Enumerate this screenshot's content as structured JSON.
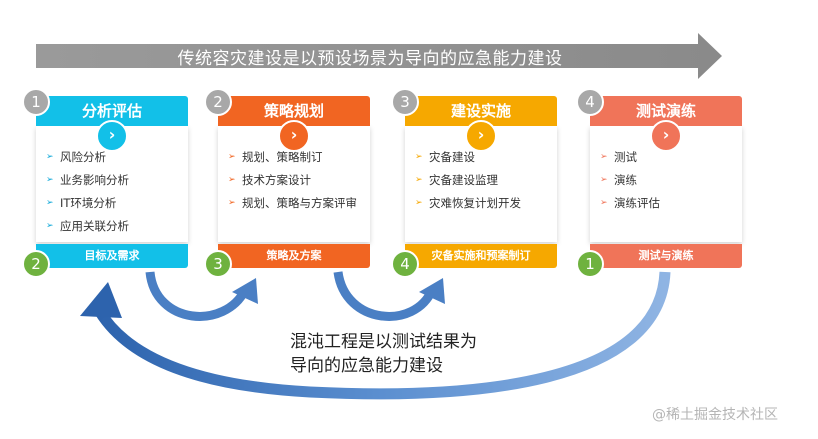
{
  "banner": {
    "text": "传统容灾建设是以预设场景为导向的应急能力建设"
  },
  "stages": [
    {
      "number": "1",
      "title": "分析评估",
      "items": [
        "风险分析",
        "业务影响分析",
        "IT环境分析",
        "应用关联分析"
      ],
      "footer": "目标及需求",
      "footer_number": "2",
      "color": "#12c0e8"
    },
    {
      "number": "2",
      "title": "策略规划",
      "items": [
        "规划、策略制订",
        "技术方案设计",
        "规划、策略与方案评审"
      ],
      "footer": "策略及方案",
      "footer_number": "3",
      "color": "#f16522"
    },
    {
      "number": "3",
      "title": "建设实施",
      "items": [
        "灾备建设",
        "灾备建设监理",
        "灾难恢复计划开发"
      ],
      "footer": "灾备实施和预案制订",
      "footer_number": "4",
      "color": "#f6a800"
    },
    {
      "number": "4",
      "title": "测试演练",
      "items": [
        "测试",
        "演练",
        "演练评估"
      ],
      "footer": "测试与演练",
      "footer_number": "1",
      "color": "#f07459"
    }
  ],
  "bottom_text": {
    "line1": "混沌工程是以测试结果为",
    "line2": "导向的应急能力建设"
  },
  "watermark": "@稀土掘金技术社区"
}
